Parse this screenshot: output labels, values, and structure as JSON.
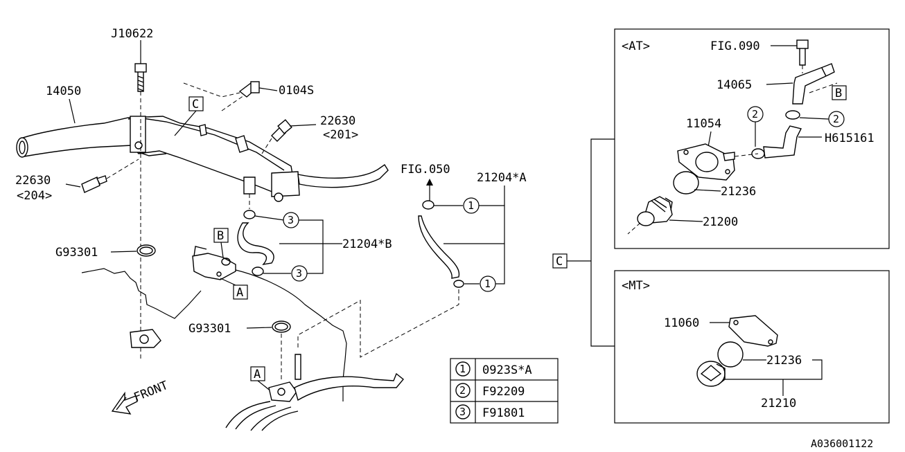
{
  "labels": {
    "j10622": "J10622",
    "p14050": "14050",
    "p0104s": "0104S",
    "p22630a": "22630",
    "p22630a_sub": "<201>",
    "p22630b": "22630",
    "p22630b_sub": "<204>",
    "fig050": "FIG.050",
    "p21204a": "21204*A",
    "p21204b": "21204*B",
    "g93301a": "G93301",
    "g93301b": "G93301",
    "front": "FRONT",
    "ref_c_main": "C",
    "ref_b_main": "B",
    "ref_a_main1": "A",
    "ref_a_main2": "A",
    "ref_c_side": "C"
  },
  "callouts": {
    "c1": "1",
    "c2": "1",
    "c3": "3",
    "c4": "3"
  },
  "legend": [
    {
      "num": "1",
      "part": "0923S*A"
    },
    {
      "num": "2",
      "part": "F92209"
    },
    {
      "num": "3",
      "part": "F91801"
    }
  ],
  "at_box": {
    "title": "<AT>",
    "fig090": "FIG.090",
    "p14065": "14065",
    "ref_b": "B",
    "p11054": "11054",
    "h615161": "H615161",
    "p21236": "21236",
    "p21200": "21200",
    "call2a": "2",
    "call2b": "2"
  },
  "mt_box": {
    "title": "<MT>",
    "p11060": "11060",
    "p21236": "21236",
    "p21210": "21210"
  },
  "diagram_id": "A036001122"
}
